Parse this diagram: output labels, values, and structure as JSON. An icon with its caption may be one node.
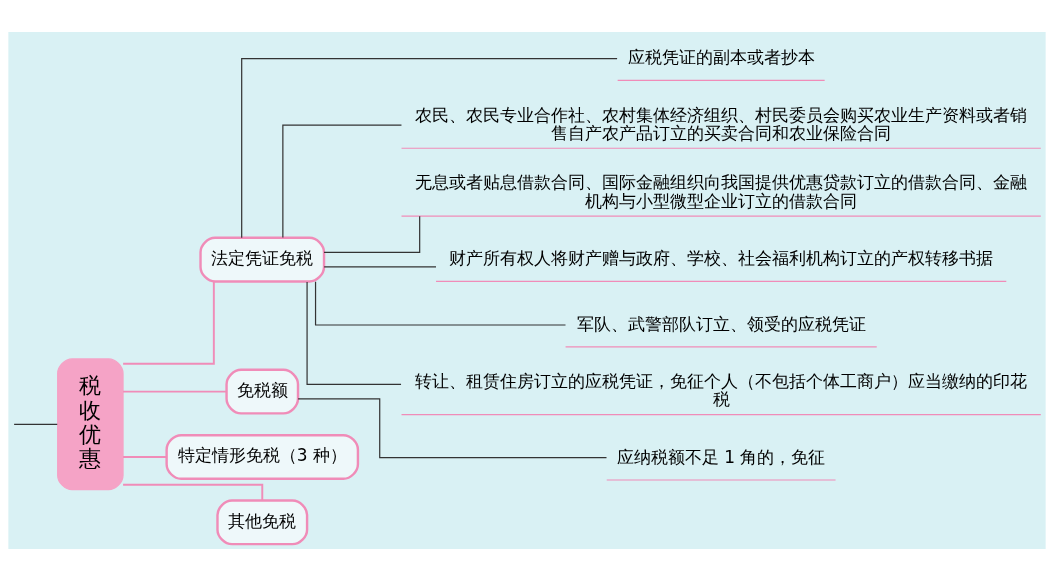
{
  "diagram": {
    "nodes": [
      {
        "text": [
          "税收优惠"
        ]
      },
      {
        "text": [
          "法定凭证免税"
        ]
      },
      {
        "text": [
          "应税凭证的副本或者抄本"
        ]
      },
      {
        "text": [
          "农民、农民专业合作社、农村集体经济组织、村民委员会购买农业生产资料或者销售自产农产品订立的买卖合同和农业保险合同"
        ]
      },
      {
        "text": [
          "无息或者贴息借款合同、国际金融组织向我国提供优惠贷款订立的借款合同、金融机构与小型微型企业订立的借款合同"
        ]
      },
      {
        "text": [
          "财产所有权人将财产赠与政府、学校、社会福利机构订立的产权转移书据"
        ]
      },
      {
        "text": [
          "军队、武警部队订立、领受的应税凭证"
        ]
      },
      {
        "text": [
          "转让、租赁住房订立的应税凭证，免征个人（不包括个体工商户）应当缴纳的印花税"
        ]
      },
      {
        "text": [
          "免税额"
        ]
      },
      {
        "text": [
          "应纳税额不足 1 角的，免征"
        ]
      },
      {
        "text": [
          "特定情形免税（3 种）"
        ]
      },
      {
        "text": [
          "其他免税"
        ]
      }
    ],
    "edges": [
      {
        "from": null,
        "to": 0,
        "arrow": "none"
      },
      {
        "from": 0,
        "to": 1,
        "arrow": "none",
        "color": "#f08cb8"
      },
      {
        "from": 0,
        "to": 8,
        "arrow": "none",
        "color": "#f08cb8"
      },
      {
        "from": 0,
        "to": 10,
        "arrow": "none",
        "color": "#f08cb8"
      },
      {
        "from": 0,
        "to": 11,
        "arrow": "none",
        "color": "#f08cb8"
      },
      {
        "from": 1,
        "to": 2,
        "arrow": "none"
      },
      {
        "from": 1,
        "to": 3,
        "arrow": "none"
      },
      {
        "from": 1,
        "to": 4,
        "arrow": "none"
      },
      {
        "from": 1,
        "to": 5,
        "arrow": "none"
      },
      {
        "from": 1,
        "to": 6,
        "arrow": "none"
      },
      {
        "from": 1,
        "to": 7,
        "arrow": "none"
      },
      {
        "from": 8,
        "to": 9,
        "arrow": "none"
      }
    ]
  }
}
